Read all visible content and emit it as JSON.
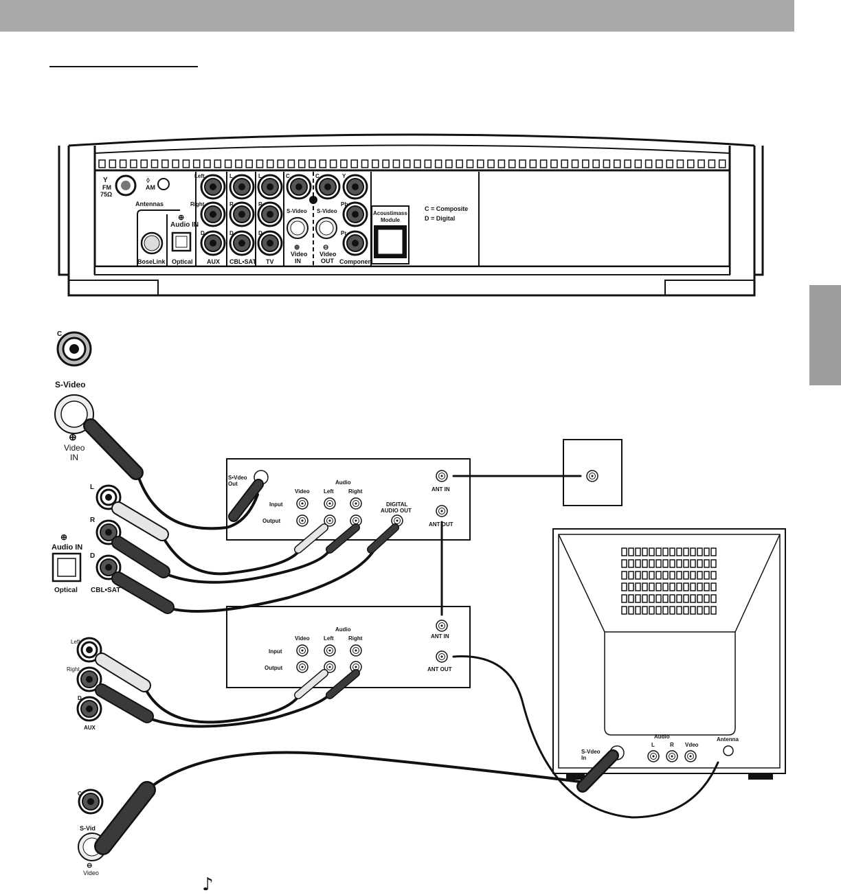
{
  "receiver": {
    "antenna": {
      "fm_line1": "FM",
      "fm_line2": "75Ω",
      "am": "AM",
      "group": "Antennas"
    },
    "audio_in_heading": "Audio IN",
    "aux_labels": [
      "Left",
      "Right",
      "D"
    ],
    "cbl_labels": [
      "L",
      "R",
      "D"
    ],
    "tv_labels": [
      "L",
      "R",
      "D"
    ],
    "video_in": {
      "c": "C",
      "svideo": "S-Video",
      "line1": "Video",
      "line2": "IN"
    },
    "video_out": {
      "c": "C",
      "svideo": "S-Video",
      "line1": "Video",
      "line2": "OUT"
    },
    "component_labels": [
      "Y",
      "Pb",
      "Pr"
    ],
    "module": {
      "line1": "Acoustimass",
      "line2": "Module"
    },
    "legend": {
      "composite": "C = Composite",
      "digital": "D = Digital"
    },
    "bottom_labels": {
      "boselink": "BoseLink",
      "optical": "Optical",
      "aux": "AUX",
      "cbl": "CBL•SAT",
      "tv": "TV",
      "component": "Component"
    }
  },
  "left_callouts": {
    "c_jack": "C",
    "svideo": {
      "title": "S-Video",
      "line1": "Video",
      "line2": "IN"
    },
    "cbl": {
      "l": "L",
      "r": "R",
      "d": "D",
      "audio_in": "Audio IN",
      "optical": "Optical",
      "name": "CBL•SAT"
    },
    "aux": {
      "left": "Left",
      "right": "Right",
      "d": "D",
      "name": "AUX"
    },
    "out": {
      "c": "C",
      "svideo": "S-Vid",
      "video": "Video"
    }
  },
  "box1": {
    "svideo_out_line1": "S•Vdeo",
    "svideo_out_line2": "Out",
    "audio": "Audio",
    "video": "Video",
    "left": "Left",
    "right": "Right",
    "input": "Input",
    "output": "Output",
    "digital_line1": "DIGITAL",
    "digital_line2": "AUDIO  OUT",
    "ant_in": "ANT  IN",
    "ant_out": "ANT  OUT"
  },
  "box2": {
    "audio": "Audio",
    "video": "Video",
    "left": "Left",
    "right": "Right",
    "input": "Input",
    "output": "Output",
    "ant_in": "ANT  IN",
    "ant_out": "ANT  OUT"
  },
  "tv": {
    "svideo_line1": "S-Vdeo",
    "svideo_line2": "In",
    "audio": "Audio",
    "l": "L",
    "r": "R",
    "video": "Vdeo",
    "antenna": "Antenna"
  },
  "note_icon": "music-note-icon",
  "note_glyph": "♪",
  "colors": {
    "header": "#a9a9a9",
    "tab": "#9d9d9d",
    "ink": "#111111",
    "cable_dark": "#3a3a3a",
    "cable_light": "#e6e6e6"
  }
}
